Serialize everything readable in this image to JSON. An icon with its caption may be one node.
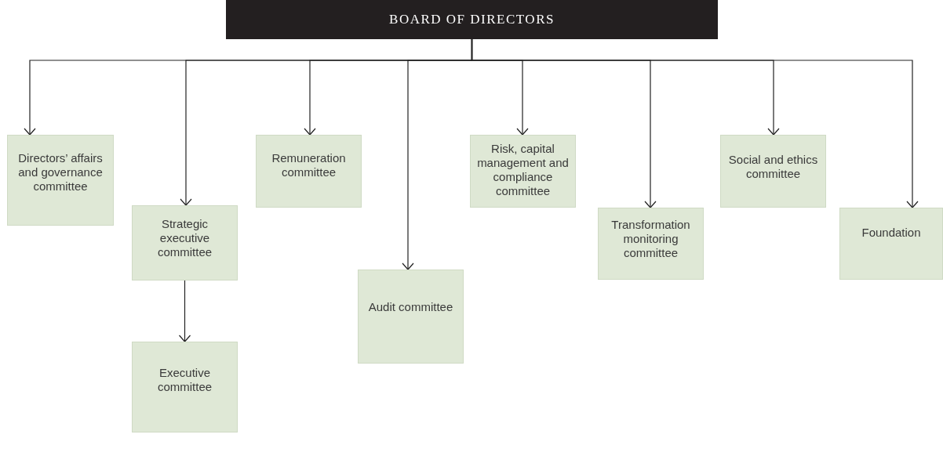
{
  "diagram": {
    "nodes": [
      {
        "text": [
          "BOARD OF DIRECTORS"
        ]
      },
      {
        "text": [
          "Directors’ affairs and governance committee"
        ]
      },
      {
        "text": [
          "Strategic executive committee"
        ]
      },
      {
        "text": [
          "Executive committee"
        ]
      },
      {
        "text": [
          "Remuneration committee"
        ]
      },
      {
        "text": [
          "Audit committee"
        ]
      },
      {
        "text": [
          "Risk, capital management and compliance committee"
        ]
      },
      {
        "text": [
          "Transformation monitoring committee"
        ]
      },
      {
        "text": [
          "Social and ethics committee"
        ]
      },
      {
        "text": [
          "Foundation"
        ]
      }
    ],
    "edges": [
      {
        "from": 0,
        "to": 1,
        "arrow": "to"
      },
      {
        "from": 0,
        "to": 2,
        "arrow": "to"
      },
      {
        "from": 2,
        "to": 3,
        "arrow": "to"
      },
      {
        "from": 0,
        "to": 4,
        "arrow": "to"
      },
      {
        "from": 0,
        "to": 5,
        "arrow": "to"
      },
      {
        "from": 0,
        "to": 6,
        "arrow": "to"
      },
      {
        "from": 0,
        "to": 7,
        "arrow": "to"
      },
      {
        "from": 0,
        "to": 8,
        "arrow": "to"
      },
      {
        "from": 0,
        "to": 9,
        "arrow": "to"
      }
    ]
  }
}
